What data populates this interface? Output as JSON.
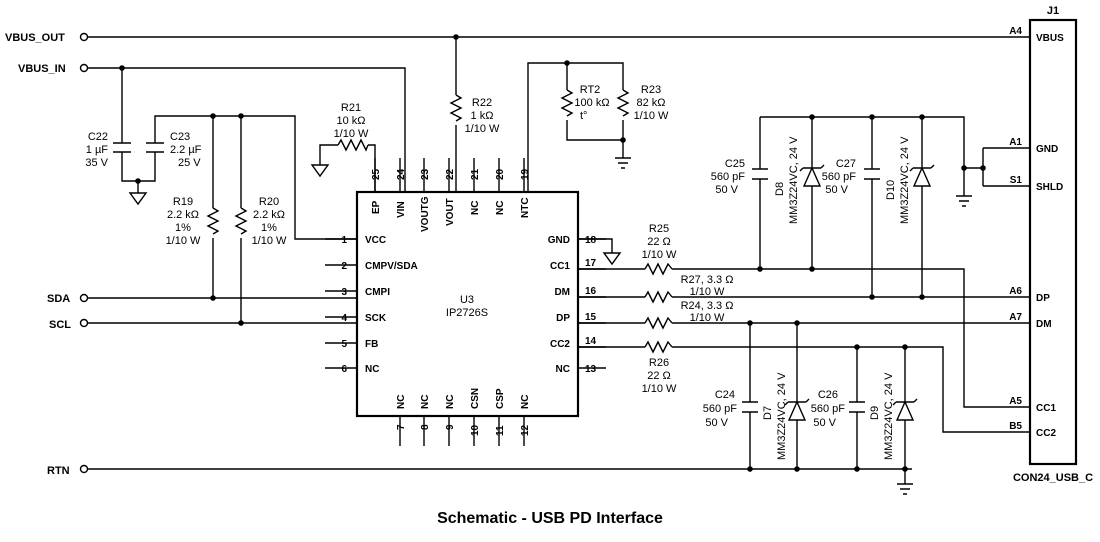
{
  "caption": "Schematic - USB PD Interface",
  "nets": {
    "vbus_out": "VBUS_OUT",
    "vbus_in": "VBUS_IN",
    "sda": "SDA",
    "scl": "SCL",
    "rtn": "RTN"
  },
  "ic": {
    "ref": "U3",
    "part": "IP2726S",
    "left_pins": [
      {
        "num": "1",
        "name": "VCC"
      },
      {
        "num": "2",
        "name": "CMPV/SDA"
      },
      {
        "num": "3",
        "name": "CMPI"
      },
      {
        "num": "4",
        "name": "SCK"
      },
      {
        "num": "5",
        "name": "FB"
      },
      {
        "num": "6",
        "name": "NC"
      }
    ],
    "right_pins": [
      {
        "num": "18",
        "name": "GND"
      },
      {
        "num": "17",
        "name": "CC1"
      },
      {
        "num": "16",
        "name": "DM"
      },
      {
        "num": "15",
        "name": "DP"
      },
      {
        "num": "14",
        "name": "CC2"
      },
      {
        "num": "13",
        "name": "NC"
      }
    ],
    "top_pins": [
      {
        "num": "25",
        "name": "EP"
      },
      {
        "num": "24",
        "name": "VIN"
      },
      {
        "num": "23",
        "name": "VOUTG"
      },
      {
        "num": "22",
        "name": "VOUT"
      },
      {
        "num": "21",
        "name": "NC"
      },
      {
        "num": "20",
        "name": "NC"
      },
      {
        "num": "19",
        "name": "NTC"
      }
    ],
    "bottom_pins": [
      {
        "num": "7",
        "name": "NC"
      },
      {
        "num": "8",
        "name": "NC"
      },
      {
        "num": "9",
        "name": "NC"
      },
      {
        "num": "10",
        "name": "CSN"
      },
      {
        "num": "11",
        "name": "CSP"
      },
      {
        "num": "12",
        "name": "NC"
      }
    ]
  },
  "components": {
    "c22": [
      "C22",
      "1 µF",
      "35 V"
    ],
    "c23": [
      "C23",
      "2.2 µF",
      "25 V"
    ],
    "r19": [
      "R19",
      "2.2 kΩ",
      "1%",
      "1/10 W"
    ],
    "r20": [
      "R20",
      "2.2 kΩ",
      "1%",
      "1/10 W"
    ],
    "r21": [
      "R21",
      "10 kΩ",
      "1/10 W"
    ],
    "r22": [
      "R22",
      "1 kΩ",
      "1/10 W"
    ],
    "rt2": [
      "RT2",
      "100 kΩ",
      "t°"
    ],
    "r23": [
      "R23",
      "82 kΩ",
      "1/10 W"
    ],
    "r25": [
      "R25",
      "22 Ω",
      "1/10 W"
    ],
    "r27": [
      "R27, 3.3 Ω",
      "1/10 W"
    ],
    "r24": [
      "R24, 3.3 Ω",
      "1/10 W"
    ],
    "r26": [
      "R26",
      "22 Ω",
      "1/10 W"
    ],
    "c25": [
      "C25",
      "560 pF",
      "50 V"
    ],
    "c27": [
      "C27",
      "560 pF",
      "50 V"
    ],
    "c24": [
      "C24",
      "560 pF",
      "50 V"
    ],
    "c26": [
      "C26",
      "560 pF",
      "50 V"
    ],
    "d8": [
      "D8",
      "MM3Z24VC, 24 V"
    ],
    "d10": [
      "D10",
      "MM3Z24VC, 24 V"
    ],
    "d7": [
      "D7",
      "MM3Z24VC, 24 V"
    ],
    "d9": [
      "D9",
      "MM3Z24VC, 24 V"
    ]
  },
  "connector": {
    "ref": "J1",
    "part": "CON24_USB_C",
    "pins": [
      {
        "num": "A4",
        "name": "VBUS"
      },
      {
        "num": "A1",
        "name": "GND"
      },
      {
        "num": "S1",
        "name": "SHLD"
      },
      {
        "num": "A6",
        "name": "DP"
      },
      {
        "num": "A7",
        "name": "DM"
      },
      {
        "num": "A5",
        "name": "CC1"
      },
      {
        "num": "B5",
        "name": "CC2"
      }
    ]
  }
}
